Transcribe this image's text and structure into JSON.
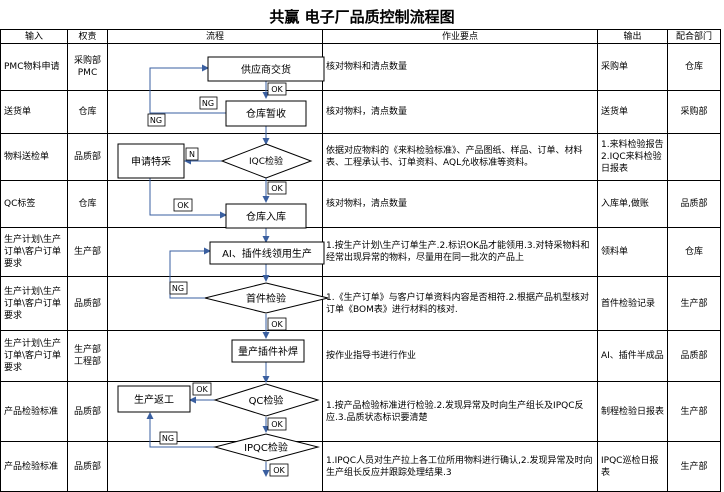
{
  "title": "共赢 电子厂品质控制流程图",
  "headers": {
    "input": "输入",
    "auth": "权责",
    "flow": "流程",
    "req": "作业要点",
    "output": "输出",
    "dept": "配合部门"
  },
  "rows": [
    {
      "input": "PMC物料申请",
      "auth": "采购部PMC",
      "req": "核对物料和清点数量",
      "output": "采购单",
      "dept": "仓库"
    },
    {
      "input": "送货单",
      "auth": "仓库",
      "req": "核对物料，清点数量",
      "output": "送货单",
      "dept": "采购部"
    },
    {
      "input": "物料送检单",
      "auth": "品质部",
      "req": "依据对应物料的《来料检验标准》、产品图纸、样品、订单、材料表、工程承认书、订单资料、AQL允收标准等资料。",
      "output": "1.来料检验报告 2.IQC来料检验日报表",
      "dept": ""
    },
    {
      "input": "QC标签",
      "auth": "仓库",
      "req": "核对物料，清点数量",
      "output": "入库单,做账",
      "dept": "品质部"
    },
    {
      "input": "生产计划\\生产订单\\客户订单要求",
      "auth": "生产部",
      "req": "1.按生产计划\\生产订单生产.2.标识OK品才能领用.3.对特采物料和经常出现异常的物料，尽量用在同一批次的产品上",
      "output": "领料单",
      "dept": "仓库"
    },
    {
      "input": "生产计划\\生产订单\\客户订单要求",
      "auth": "品质部",
      "req": "1.《生产订单》与客户订单资料内容是否相符.2.根据产品机型核对订单《BOM表》进行材料的核对.",
      "output": "首件检验记录",
      "dept": "生产部"
    },
    {
      "input": "生产计划\\生产订单\\客户订单要求",
      "auth": "生产部工程部",
      "req": "按作业指导书进行作业",
      "output": "AI、插件半成品",
      "dept": "品质部"
    },
    {
      "input": "产品检验标准",
      "auth": "品质部",
      "req": "1.按产品检验标准进行检验.2.发现异常及时向生产组长及IPQC反应.3.品质状态标识要清楚",
      "output": "制程检验日报表",
      "dept": "生产部"
    },
    {
      "input": "产品检验标准",
      "auth": "品质部",
      "req": "1.IPQC人员对生产拉上各工位所用物料进行确认,2.发现异常及时向生产组长反应并跟踪处理结果.3",
      "output": "IPQC巡检日报表",
      "dept": "生产部"
    }
  ],
  "flow": {
    "supplier": "供应商交货",
    "temp": "仓库暂收",
    "iqc": "IQC检验",
    "special": "申请特采",
    "instock": "仓库入库",
    "ai": "AI、插件线领用生产",
    "first": "首件检验",
    "solder": "量产插件补焊",
    "qc": "QC检验",
    "rework": "生产返工",
    "ipqc": "IPQC检验",
    "ok": "OK",
    "ng": "NG",
    "n": "N"
  }
}
